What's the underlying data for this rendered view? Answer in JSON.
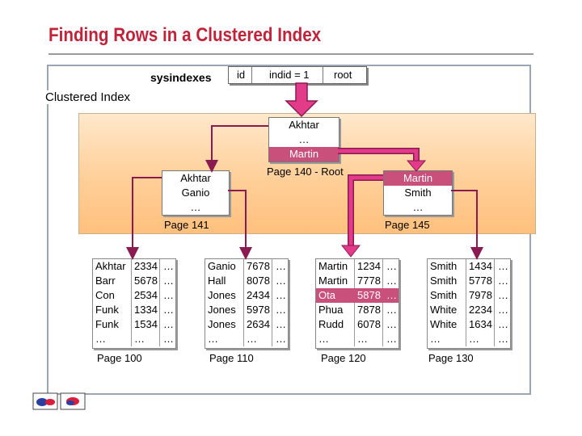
{
  "title": "Finding Rows in a Clustered Index",
  "sysindexes": {
    "label": "sysindexes",
    "columns": [
      "id",
      "indid = 1",
      "root"
    ]
  },
  "clustered_label": "Clustered Index",
  "root_page": {
    "rows": [
      "Akhtar",
      "…",
      "Martin"
    ],
    "label": "Page 140 - Root",
    "highlight_index": 2
  },
  "page_141": {
    "rows": [
      "Akhtar",
      "Ganio",
      "…"
    ],
    "label": "Page 141"
  },
  "page_145": {
    "rows": [
      "Martin",
      "Smith",
      "…"
    ],
    "label": "Page 145",
    "highlight_index": 0
  },
  "leaf_pages": [
    {
      "label": "Page 100",
      "rows": [
        [
          "Akhtar",
          "2334",
          "…"
        ],
        [
          "Barr",
          "5678",
          "…"
        ],
        [
          "Con",
          "2534",
          "…"
        ],
        [
          "Funk",
          "1334",
          "…"
        ],
        [
          "Funk",
          "1534",
          "…"
        ],
        [
          "…",
          "…",
          "…"
        ]
      ]
    },
    {
      "label": "Page 110",
      "rows": [
        [
          "Ganio",
          "7678",
          "…"
        ],
        [
          "Hall",
          "8078",
          "…"
        ],
        [
          "Jones",
          "2434",
          "…"
        ],
        [
          "Jones",
          "5978",
          "…"
        ],
        [
          "Jones",
          "2634",
          "…"
        ],
        [
          "…",
          "…",
          "…"
        ]
      ]
    },
    {
      "label": "Page 120",
      "highlight_row": 2,
      "rows": [
        [
          "Martin",
          "1234",
          "…"
        ],
        [
          "Martin",
          "7778",
          "…"
        ],
        [
          "Ota",
          "5878",
          "…"
        ],
        [
          "Phua",
          "7878",
          "…"
        ],
        [
          "Rudd",
          "6078",
          "…"
        ],
        [
          "…",
          "…",
          "…"
        ]
      ]
    },
    {
      "label": "Page 130",
      "rows": [
        [
          "Smith",
          "1434",
          "…"
        ],
        [
          "Smith",
          "5778",
          "…"
        ],
        [
          "Smith",
          "7978",
          "…"
        ],
        [
          "White",
          "2234",
          "…"
        ],
        [
          "White",
          "1634",
          "…"
        ],
        [
          "…",
          "…",
          "…"
        ]
      ]
    }
  ],
  "colors": {
    "title": "#c0233a",
    "highlight": "#c8507a",
    "arrow_fill": "#e23b8a",
    "arrow_stroke": "#8a1a50",
    "panel": "#ffd19c"
  }
}
